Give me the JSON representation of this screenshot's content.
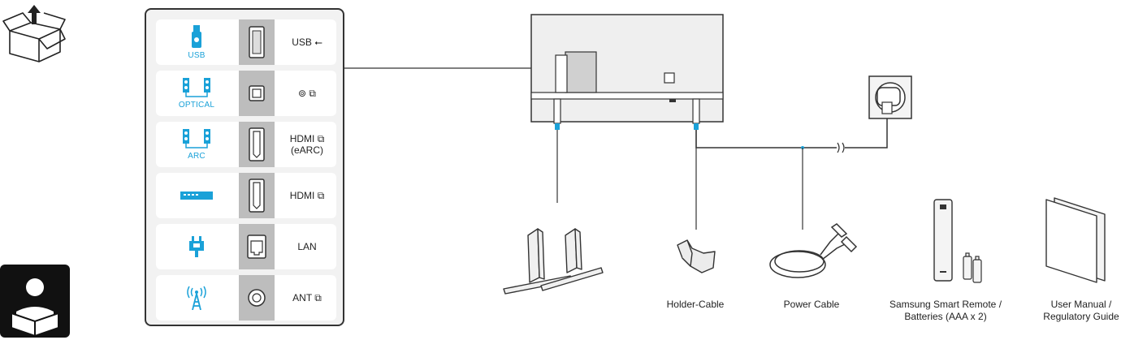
{
  "ports": [
    {
      "caption": "USB",
      "label": "USB ⭠",
      "icon": "usb-stick-icon",
      "port": "usb-port-icon"
    },
    {
      "caption": "OPTICAL",
      "label": "⊚ ⧉",
      "icon": "speakers-icon",
      "port": "optical-port-icon"
    },
    {
      "caption": "ARC",
      "label": "HDMI ⧉ (eARC)",
      "icon": "speakers-icon",
      "port": "hdmi-port-icon"
    },
    {
      "caption": "",
      "label": "HDMI ⧉",
      "icon": "set-top-box-icon",
      "port": "hdmi-port-icon"
    },
    {
      "caption": "",
      "label": "LAN",
      "icon": "lan-plug-icon",
      "port": "lan-port-icon"
    },
    {
      "caption": "",
      "label": "ANT ⧉",
      "icon": "antenna-icon",
      "port": "antenna-port-icon"
    }
  ],
  "accessories": {
    "holder_cable": "Holder-Cable",
    "power_cable": "Power Cable",
    "remote_line1": "Samsung Smart Remote /",
    "remote_line2": "Batteries (AAA x 2)",
    "manual_line1": "User Manual /",
    "manual_line2": "Regulatory Guide"
  },
  "colors": {
    "accent": "#1aa1d8",
    "panel_bg": "#f2f2f2",
    "port_bg": "#bdbdbd",
    "line": "#333333"
  }
}
